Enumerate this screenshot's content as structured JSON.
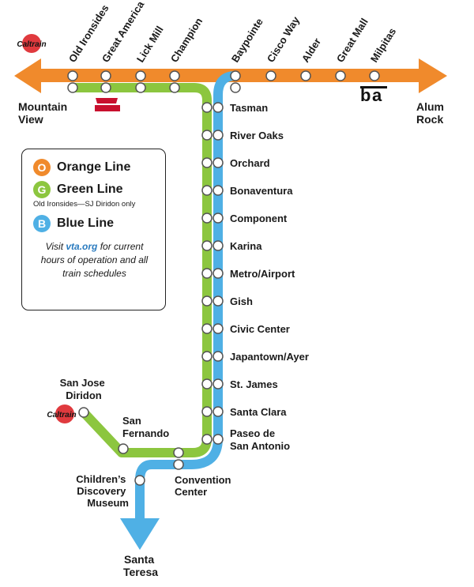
{
  "lines": {
    "orange": {
      "letter": "O",
      "name": "Orange Line",
      "color": "#f08a2c"
    },
    "green": {
      "letter": "G",
      "name": "Green Line",
      "note": "Old Ironsides—SJ Diridon only",
      "color": "#8cc63f"
    },
    "blue": {
      "letter": "B",
      "name": "Blue Line",
      "color": "#4fb0e5"
    }
  },
  "legend": {
    "visit_prefix": "Visit ",
    "visit_link": "vta.org",
    "visit_suffix": " for current hours of operation and all train schedules"
  },
  "endpoints": {
    "west": [
      "Mountain",
      "View"
    ],
    "east": [
      "Alum",
      "Rock"
    ],
    "south": [
      "Santa",
      "Teresa"
    ]
  },
  "top_stations": [
    "Old Ironsides",
    "Great America",
    "Lick Mill",
    "Champion",
    "Baypointe",
    "Cisco Way",
    "Alder",
    "Great Mall",
    "Milpitas"
  ],
  "trunk_stations": [
    "Tasman",
    "River Oaks",
    "Orchard",
    "Bonaventura",
    "Component",
    "Karina",
    "Metro/Airport",
    "Gish",
    "Civic Center",
    "Japantown/Ayer",
    "St. James",
    "Santa Clara"
  ],
  "south_stations": {
    "paseo": [
      "Paseo de",
      "San Antonio"
    ],
    "convention": [
      "Convention",
      "Center"
    ],
    "childrens": [
      "Children’s",
      "Discovery",
      "Museum"
    ],
    "diridon": [
      "San Jose",
      "Diridon"
    ],
    "fernando": [
      "San",
      "Fernando"
    ]
  },
  "logos": {
    "caltrain": "Caltrain",
    "bart": "BART",
    "levis": "Levi's Stadium"
  },
  "icons": {
    "caltrain": "caltrain-logo-icon",
    "bart": "bart-logo-icon",
    "levis": "levis-stadium-logo-icon"
  }
}
